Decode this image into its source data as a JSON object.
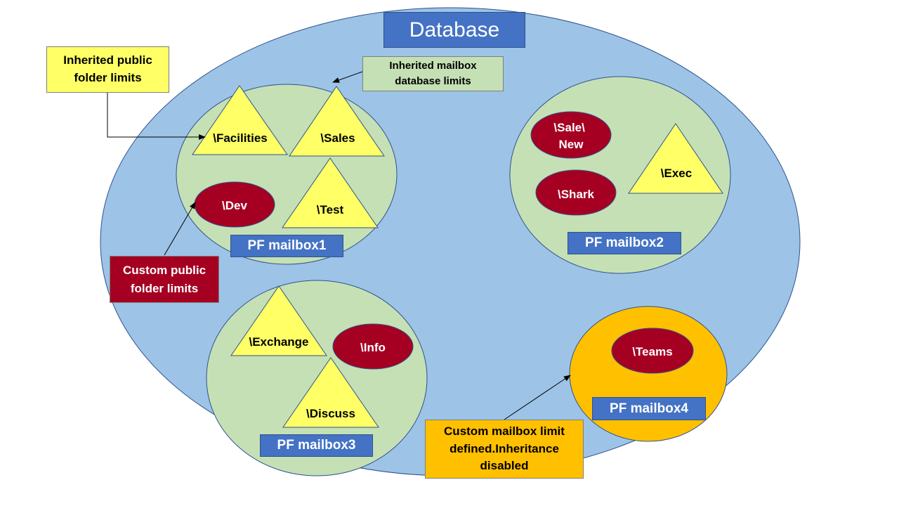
{
  "title": "Database",
  "callouts": {
    "inherited_public_folder_limits": "Inherited public folder limits",
    "inherited_mailbox_database_limits": "Inherited mailbox database limits",
    "custom_public_folder_limits": "Custom public folder limits",
    "custom_mailbox_limit": "Custom mailbox limit defined.Inheritance disabled"
  },
  "mailboxes": [
    {
      "name": "PF mailbox1",
      "folders": [
        {
          "label": "\\Facilities",
          "shape": "triangle"
        },
        {
          "label": "\\Sales",
          "shape": "triangle"
        },
        {
          "label": "\\Dev",
          "shape": "ellipse"
        },
        {
          "label": "\\Test",
          "shape": "triangle"
        }
      ]
    },
    {
      "name": "PF mailbox2",
      "folders": [
        {
          "label": "\\Sale\\",
          "label_line2": "New",
          "shape": "ellipse"
        },
        {
          "label": "\\Shark",
          "shape": "ellipse"
        },
        {
          "label": "\\Exec",
          "shape": "triangle"
        }
      ]
    },
    {
      "name": "PF mailbox3",
      "folders": [
        {
          "label": "\\Exchange",
          "shape": "triangle"
        },
        {
          "label": "\\Info",
          "shape": "ellipse"
        },
        {
          "label": "\\Discuss",
          "shape": "triangle"
        }
      ]
    },
    {
      "name": "PF mailbox4",
      "folders": [
        {
          "label": "\\Teams",
          "shape": "ellipse"
        }
      ]
    }
  ],
  "colors": {
    "database_fill": "#9dc3e6",
    "mailbox_fill": "#c5e0b4",
    "custom_mailbox_fill": "#ffc000",
    "label_box_fill": "#4472c4",
    "triangle_fill": "#ffff66",
    "custom_folder_fill": "#a50021",
    "callout_yellow": "#ffff66",
    "callout_green": "#c5e0b4",
    "callout_red": "#a50021",
    "callout_orange": "#ffc000"
  }
}
